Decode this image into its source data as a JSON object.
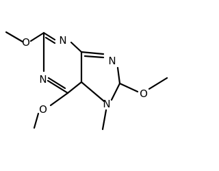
{
  "molecule": {
    "atoms": {
      "n1": "N",
      "n3": "N",
      "n7": "N",
      "n9": "N",
      "o2": "O",
      "o6": "O",
      "o8": "O"
    }
  }
}
